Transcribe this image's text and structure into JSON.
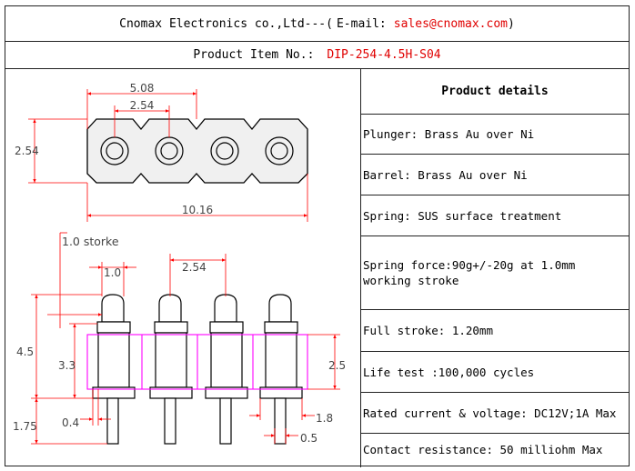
{
  "header": {
    "company": "Cnomax Electronics co.,Ltd",
    "separator": "---(",
    "email_label": "E-mail:",
    "email": "sales@cnomax.com",
    "close": ")"
  },
  "item": {
    "label": "Product Item No.:",
    "number": "DIP-254-4.5H-S04"
  },
  "drawing": {
    "top_view": {
      "pitch_outer": "5.08",
      "pitch": "2.54",
      "height": "2.54",
      "length": "10.16"
    },
    "side_view": {
      "stroke_note": "1.0 storke",
      "plunger_dia": "1.0",
      "pitch": "2.54",
      "total_height": "4.5",
      "body_height": "3.3",
      "insulator_height": "2.5",
      "tail_length": "1.75",
      "step": "0.4",
      "flange_dia": "1.8",
      "tail_dia": "0.5"
    }
  },
  "details": {
    "title": "Product details",
    "rows": [
      "Plunger: Brass Au over Ni",
      "Barrel: Brass Au over Ni",
      "Spring: SUS surface treatment",
      "Spring force:90g+/-20g at 1.0mm working stroke",
      "Full stroke: 1.20mm",
      "Life test :100,000 cycles",
      "Rated current & voltage: DC12V;1A Max",
      "Contact resistance: 50 milliohm Max"
    ]
  },
  "colors": {
    "email": "#e00000",
    "item_number": "#e00000",
    "insulator": "#ff00ff",
    "dimension": "#ff0000"
  }
}
